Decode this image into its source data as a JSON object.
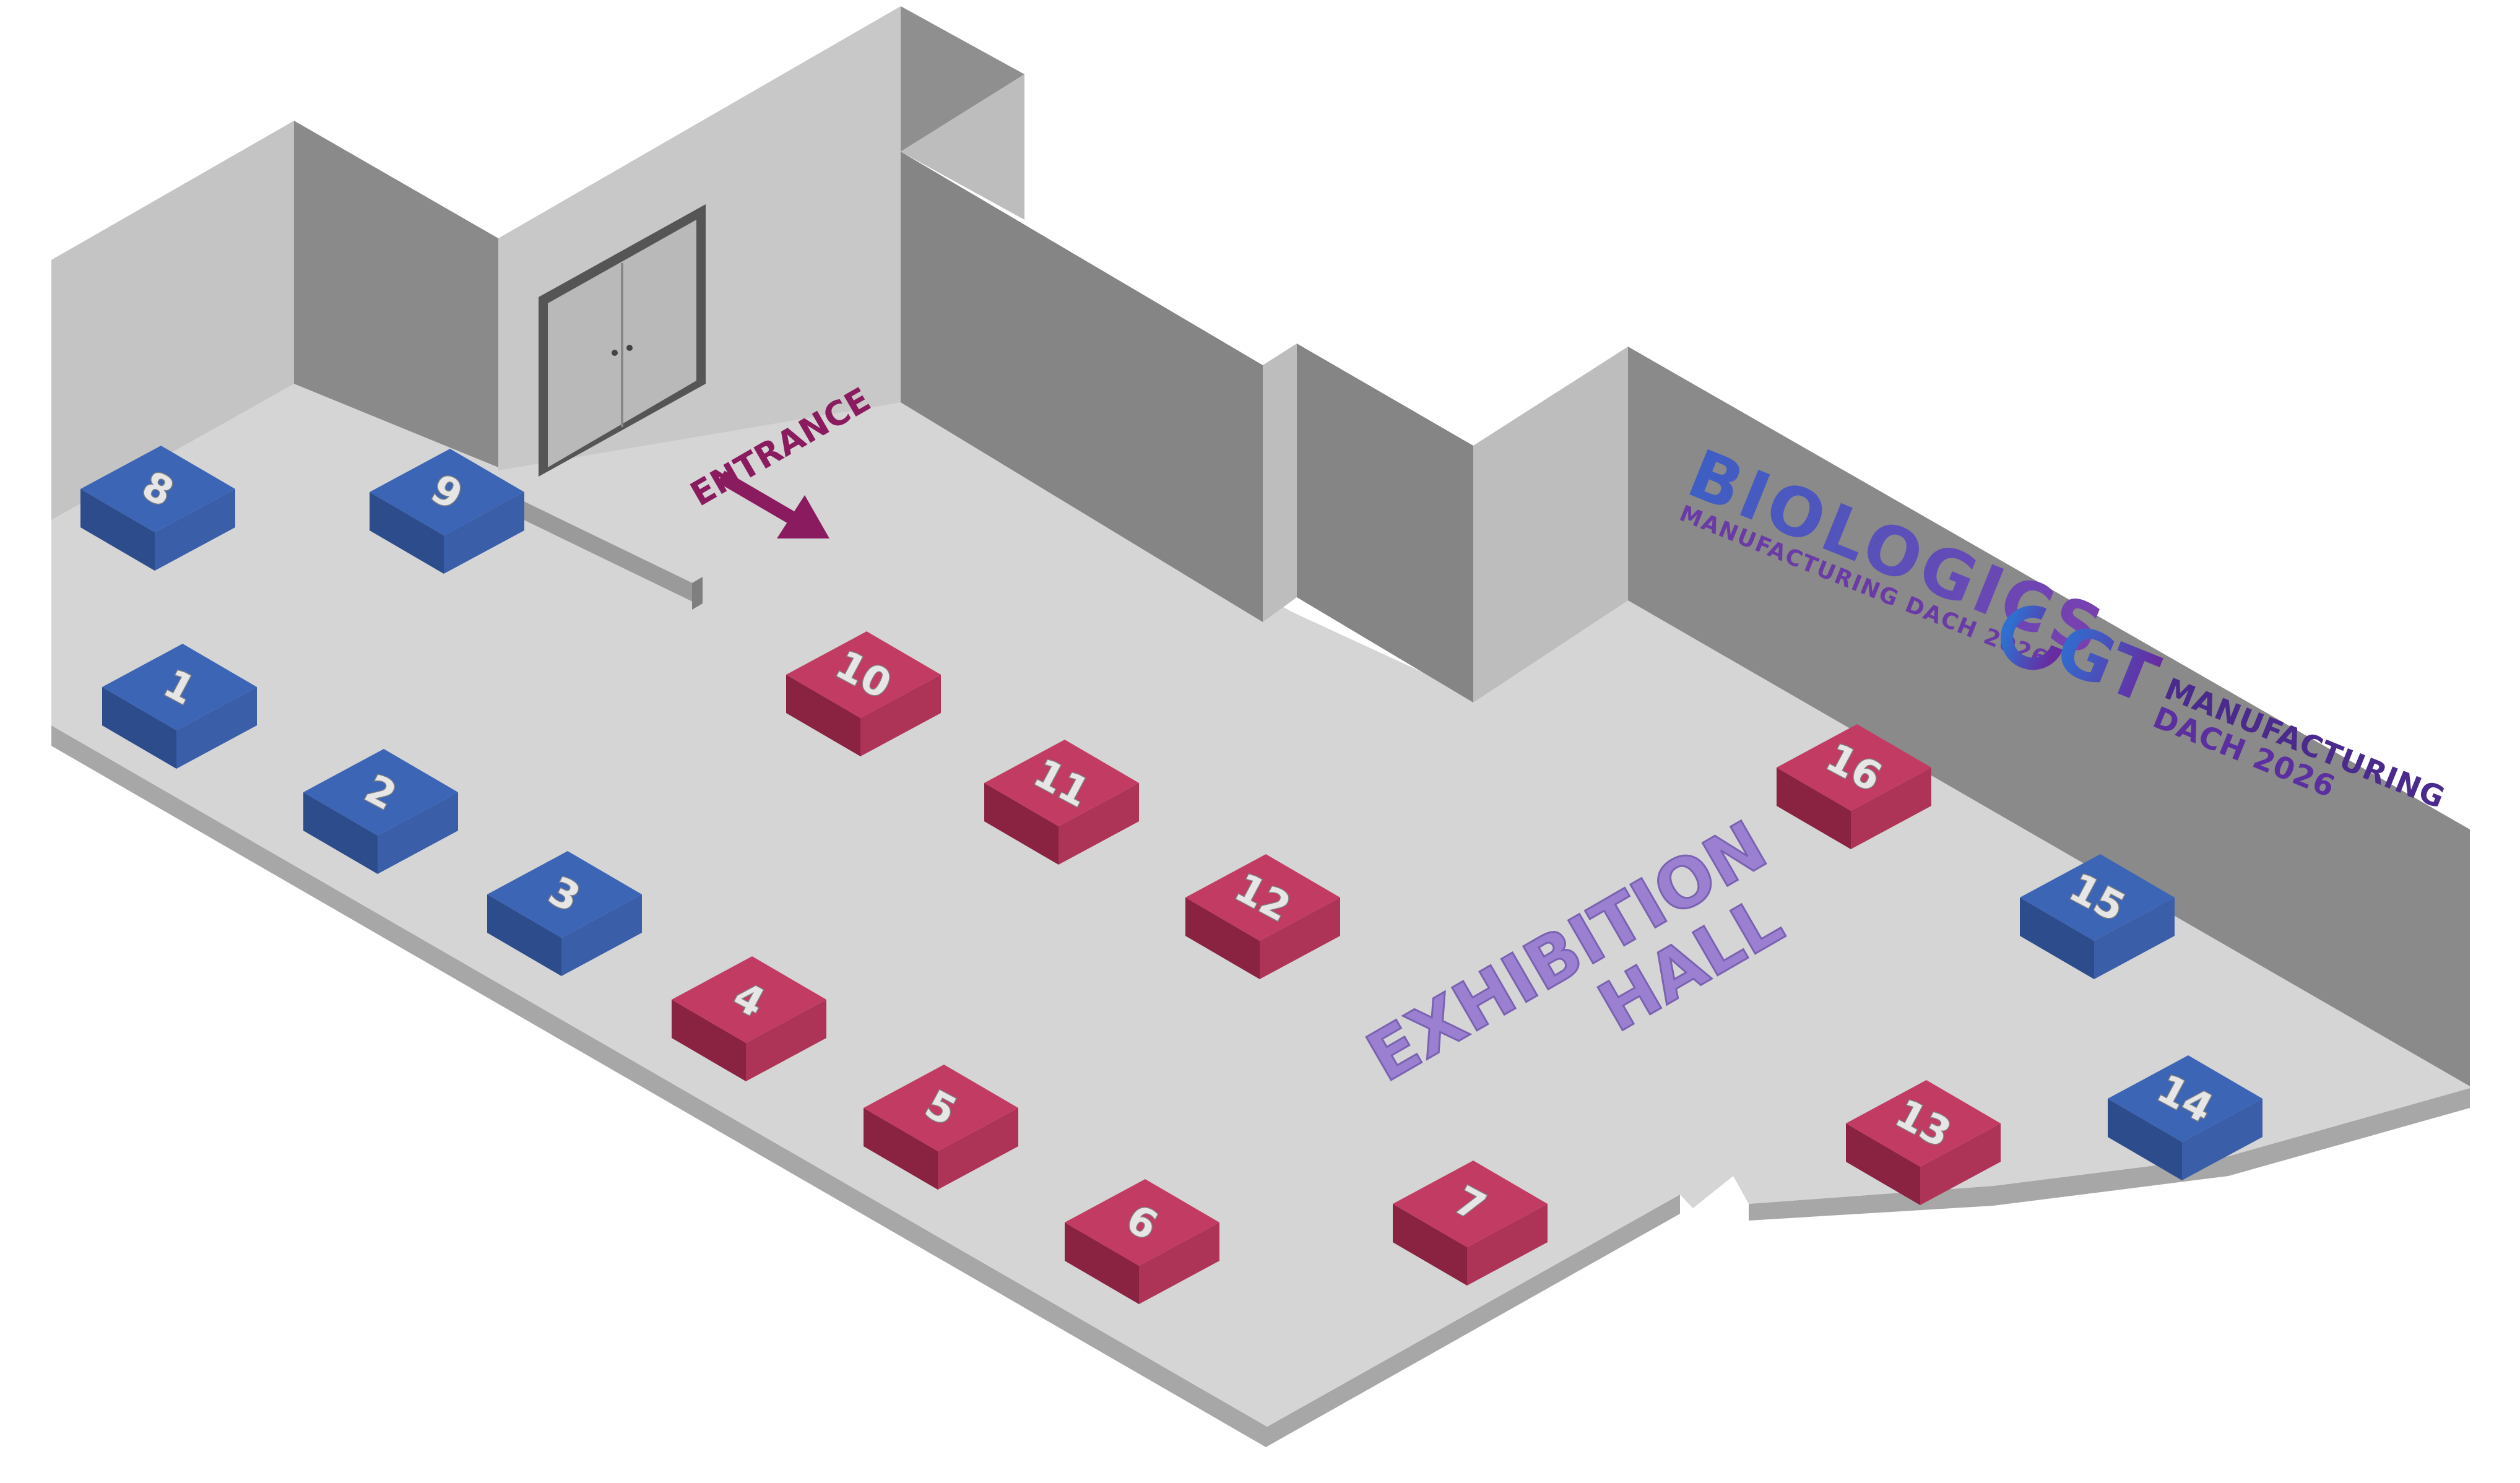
{
  "map": {
    "entrance_label": "ENTRANCE",
    "hall_label_line1": "EXHIBITION",
    "hall_label_line2": "HALL",
    "colors": {
      "blue_booth": "#3c65b6",
      "red_booth": "#c23b63",
      "label_purple": "#9b7fd0",
      "entrance_purple": "#8a1b5f",
      "floor": "#d5d5d5",
      "wall_light": "#c0c0c0",
      "wall_dark": "#878787"
    }
  },
  "logos": {
    "biologics_title": "BIOLOGICS",
    "biologics_subtitle": "MANUFACTURING DACH 2026",
    "cgt_title": "GT",
    "cgt_line1": "MANUFACTURING",
    "cgt_line2": "DACH 2026"
  },
  "booths": [
    {
      "number": "1",
      "type": "blue"
    },
    {
      "number": "2",
      "type": "blue"
    },
    {
      "number": "3",
      "type": "blue"
    },
    {
      "number": "4",
      "type": "red"
    },
    {
      "number": "5",
      "type": "red"
    },
    {
      "number": "6",
      "type": "red"
    },
    {
      "number": "7",
      "type": "red"
    },
    {
      "number": "8",
      "type": "blue"
    },
    {
      "number": "9",
      "type": "blue"
    },
    {
      "number": "10",
      "type": "red"
    },
    {
      "number": "11",
      "type": "red"
    },
    {
      "number": "12",
      "type": "red"
    },
    {
      "number": "13",
      "type": "red"
    },
    {
      "number": "14",
      "type": "blue"
    },
    {
      "number": "15",
      "type": "blue"
    },
    {
      "number": "16",
      "type": "red"
    }
  ]
}
